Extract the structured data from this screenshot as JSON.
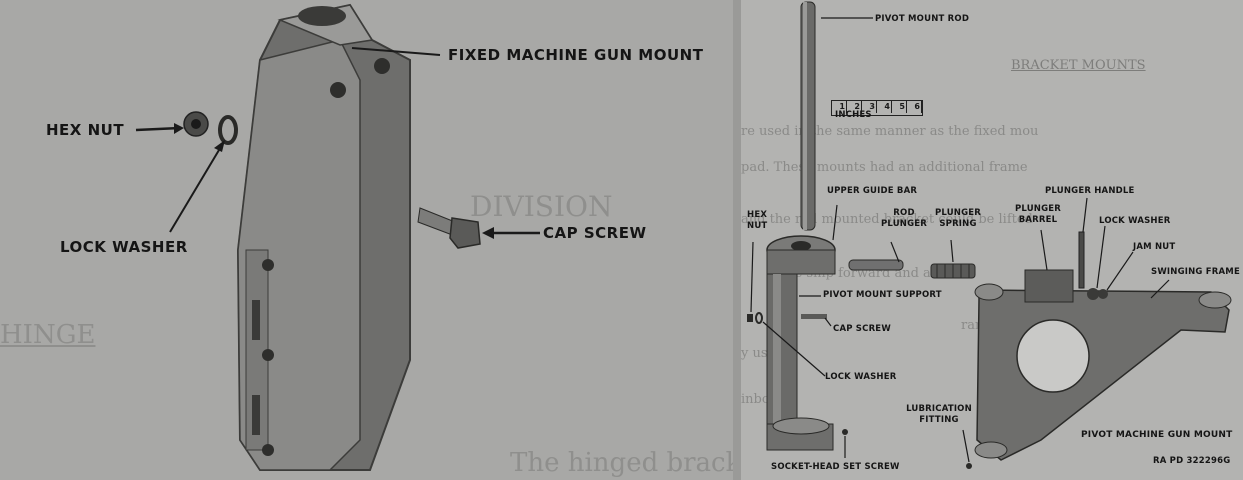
{
  "left_figure": {
    "labels": {
      "fixed_mount": "FIXED MACHINE GUN MOUNT",
      "hex_nut": "HEX NUT",
      "lock_washer": "LOCK WASHER",
      "cap_screw": "CAP SCREW"
    },
    "background_text": {
      "division": "DIVISION",
      "hinged": "HINGE",
      "bottom_line": "The hinged bracket mounts a"
    }
  },
  "right_figure": {
    "labels": {
      "pivot_mount_rod": "PIVOT MOUNT ROD",
      "ruler_label": "INCHES",
      "ruler_ticks": [
        "1",
        "2",
        "3",
        "4",
        "5",
        "6"
      ],
      "upper_guide_bar": "UPPER GUIDE BAR",
      "hex_nut": "HEX NUT",
      "rod_plunger": "ROD PLUNGER",
      "plunger_spring": "PLUNGER SPRING",
      "plunger_barrel": "PLUNGER BARREL",
      "plunger_handle": "PLUNGER HANDLE",
      "lock_washer_top": "LOCK WASHER",
      "jam_nut": "JAM NUT",
      "swinging_frame": "SWINGING FRAME",
      "pivot_mount_support": "PIVOT MOUNT SUPPORT",
      "cap_screw": "CAP SCREW",
      "lock_washer_bottom": "LOCK WASHER",
      "lubrication_fitting": "LUBRICATION FITTING",
      "socket_head_set_screw": "SOCKET-HEAD SET SCREW",
      "caption": "PIVOT MACHINE GUN MOUNT",
      "ref": "RA PD 322296G"
    },
    "background_text": {
      "heading": "BRACKET MOUNTS",
      "lines": [
        "re used in the same manner as the fixed mou",
        "pad. These mounts had an additional frame",
        "and the rod mounted bracket could be lifted",
        "the ship forward and aft tor",
        "range of motion.",
        "y used",
        "inboard"
      ]
    }
  }
}
